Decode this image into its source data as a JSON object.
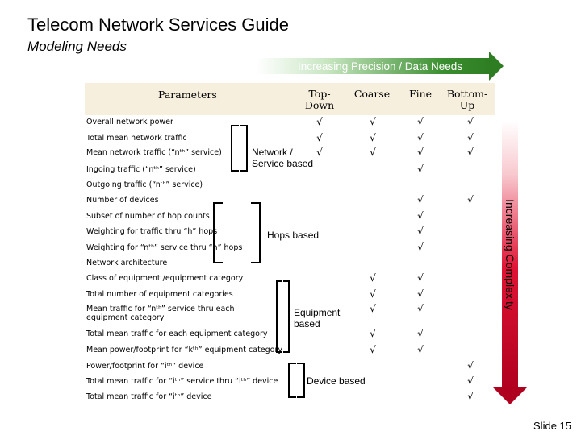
{
  "title": "Telecom Network Services Guide",
  "subtitle": "Modeling Needs",
  "precision_arrow": {
    "label": "Increasing Precision / Data Needs",
    "color": "#2e7d23"
  },
  "complexity_arrow": {
    "label": "Increasing Complexity",
    "color": "#b00020"
  },
  "header": {
    "parameters": "Parameters",
    "top_down": "Top-\nDown",
    "coarse": "Coarse",
    "fine": "Fine",
    "bottom_up": "Bottom-\nUp",
    "band_color": "#f6efdd"
  },
  "check_mark": "√",
  "rows": [
    {
      "label": "Overall network power",
      "checks": [
        "top_down",
        "coarse",
        "fine",
        "bottom_up"
      ]
    },
    {
      "label": "Total mean network traffic",
      "checks": [
        "top_down",
        "coarse",
        "fine",
        "bottom_up"
      ]
    },
    {
      "label": "Mean network traffic (“nᵗʰ” service)",
      "checks": [
        "top_down",
        "coarse",
        "fine",
        "bottom_up"
      ]
    },
    {
      "label": "Ingoing traffic (“nᵗʰ” service)",
      "checks": [
        "fine"
      ]
    },
    {
      "label": "Outgoing traffic (“nᵗʰ” service)",
      "checks": []
    },
    {
      "label": "Number of devices",
      "checks": [
        "fine",
        "bottom_up"
      ]
    },
    {
      "label": "Subset of number of hop counts",
      "checks": [
        "fine"
      ]
    },
    {
      "label": "Weighting for traffic thru “h” hops",
      "checks": [
        "fine"
      ]
    },
    {
      "label": "Weighting for “nᵗʰ” service thru “h” hops",
      "checks": [
        "fine"
      ]
    },
    {
      "label": "Network architecture",
      "checks": []
    },
    {
      "label": "Class of equipment /equipment category",
      "checks": [
        "coarse",
        "fine"
      ]
    },
    {
      "label": "Total number of equipment categories",
      "checks": [
        "coarse",
        "fine"
      ]
    },
    {
      "label": "Mean traffic for “nᵗʰ” service thru each equipment category",
      "checks": [
        "coarse",
        "fine"
      ]
    },
    {
      "label": "Total mean traffic for each equipment category",
      "checks": [
        "coarse",
        "fine"
      ]
    },
    {
      "label": "Mean power/footprint for “kᵗʰ” equipment category",
      "checks": [
        "coarse",
        "fine"
      ]
    },
    {
      "label": "Power/footprint for “iᵗʰ” device",
      "checks": [
        "bottom_up"
      ]
    },
    {
      "label": "Total mean traffic for “iᵗʰ” service thru “iᵗʰ” device",
      "checks": [
        "bottom_up"
      ]
    },
    {
      "label": "Total mean traffic for “iᵗʰ” device",
      "checks": [
        "bottom_up"
      ]
    }
  ],
  "groups": {
    "network_service": "Network /\nService based",
    "hops": "Hops based",
    "equipment": "Equipment\nbased",
    "device": "Device based"
  },
  "slide_number": "Slide 15"
}
